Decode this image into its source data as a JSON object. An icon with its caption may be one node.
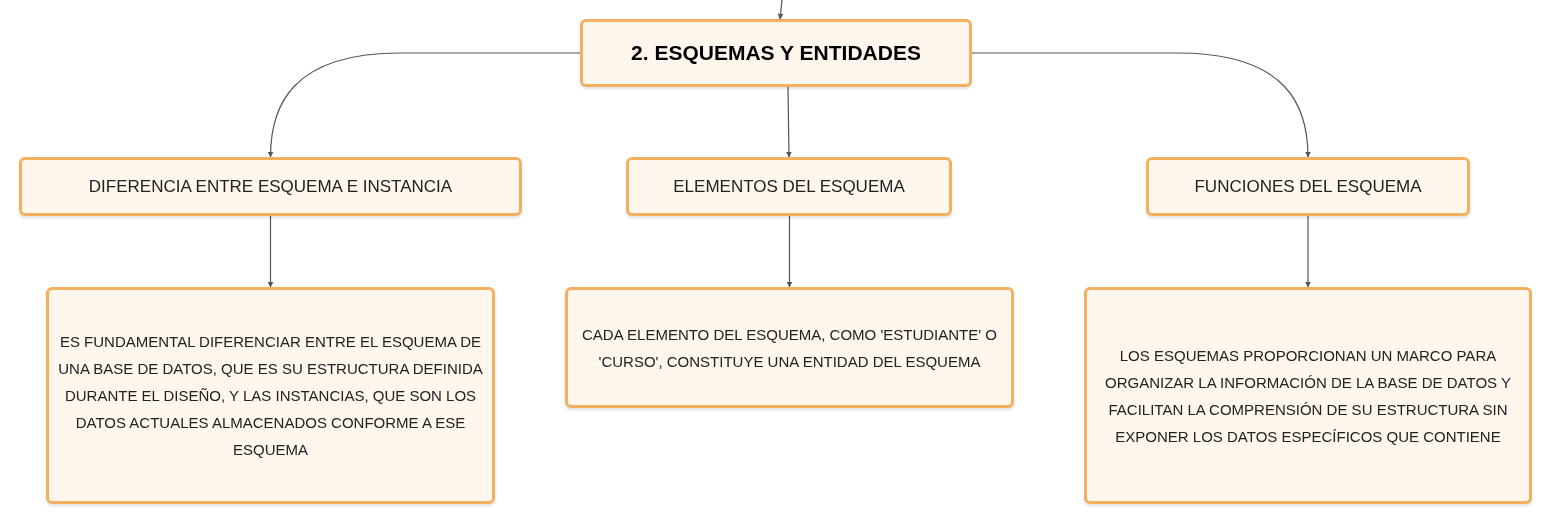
{
  "diagram": {
    "nodes": [
      {
        "text": [
          "2. ESQUEMAS Y ENTIDADES"
        ]
      },
      {
        "text": [
          "DIFERENCIA ENTRE ESQUEMA E INSTANCIA"
        ]
      },
      {
        "text": [
          "ELEMENTOS DEL ESQUEMA"
        ]
      },
      {
        "text": [
          "FUNCIONES DEL ESQUEMA"
        ]
      },
      {
        "text": [
          "ES FUNDAMENTAL DIFERENCIAR ENTRE EL ESQUEMA DE UNA BASE DE DATOS, QUE ES SU ESTRUCTURA DEFINIDA DURANTE EL DISEÑO, Y LAS INSTANCIAS, QUE SON LOS DATOS ACTUALES ALMACENADOS CONFORME A ESE ESQUEMA"
        ]
      },
      {
        "text": [
          "CADA ELEMENTO DEL ESQUEMA, COMO 'ESTUDIANTE' O 'CURSO', CONSTITUYE UNA ENTIDAD DEL ESQUEMA"
        ]
      },
      {
        "text": [
          "LOS ESQUEMAS PROPORCIONAN UN MARCO PARA ORGANIZAR LA INFORMACIÓN DE LA BASE DE DATOS Y FACILITAN LA COMPRENSIÓN DE SU ESTRUCTURA SIN EXPONER LOS DATOS ESPECÍFICOS QUE CONTIENE"
        ]
      }
    ],
    "edges": [
      {
        "from": null,
        "to": 0,
        "arrow": "to"
      },
      {
        "from": 0,
        "to": 1,
        "arrow": "to"
      },
      {
        "from": 0,
        "to": 2,
        "arrow": "to"
      },
      {
        "from": 0,
        "to": 3,
        "arrow": "to"
      },
      {
        "from": 1,
        "to": 4,
        "arrow": "to"
      },
      {
        "from": 2,
        "to": 5,
        "arrow": "to"
      },
      {
        "from": 3,
        "to": 6,
        "arrow": "to"
      }
    ]
  }
}
